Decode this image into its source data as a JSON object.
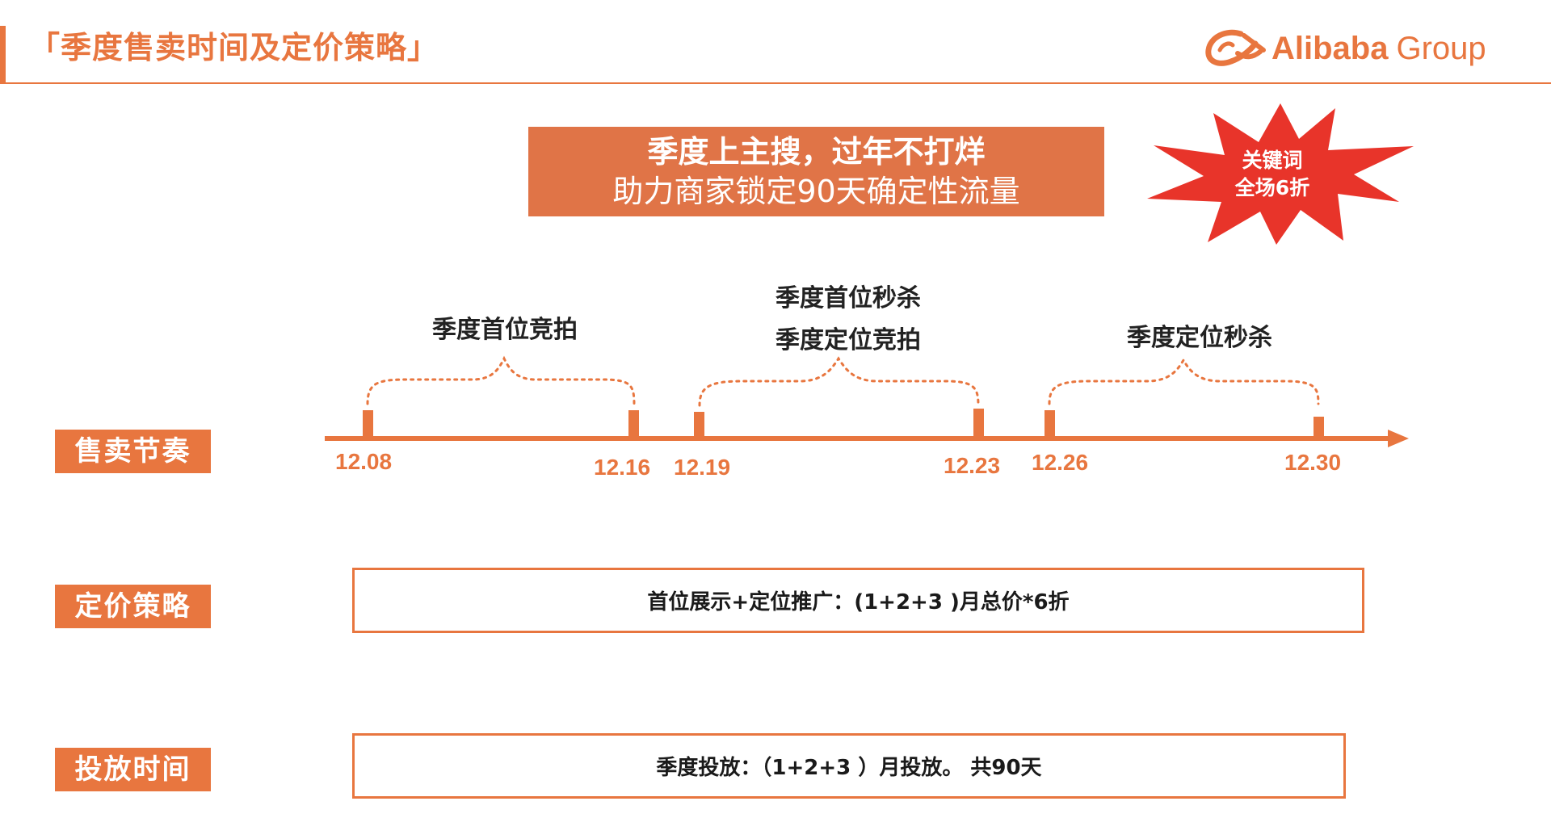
{
  "header": {
    "title": "「季度售卖时间及定价策略」",
    "logo": {
      "brand": "Alibaba",
      "group": "Group",
      "icon": "alibaba-smile-logo"
    }
  },
  "headline": {
    "line1": "季度上主搜，过年不打烊",
    "line2": "助力商家锁定90天确定性流量"
  },
  "starburst": {
    "line1": "关键词",
    "line2": "全场6折"
  },
  "rows": {
    "rhythm_label": "售卖节奏",
    "pricing_label": "定价策略",
    "time_label": "投放时间"
  },
  "timeline": {
    "phases": [
      {
        "lines": [
          "季度首位竞拍"
        ]
      },
      {
        "lines": [
          "季度首位秒杀",
          "季度定位竞拍"
        ]
      },
      {
        "lines": [
          "季度定位秒杀"
        ]
      }
    ],
    "dates": [
      "12.08",
      "12.16",
      "12.19",
      "12.23",
      "12.26",
      "12.30"
    ]
  },
  "pricing": {
    "text": "首位展示+定位推广：(1+2+3 )月总价*6折"
  },
  "delivery": {
    "text": "季度投放：（1+2+3 ）月投放。 共90天"
  },
  "colors": {
    "accent": "#e8763f",
    "banner": "#e07447",
    "starburst": "#e8342a"
  }
}
